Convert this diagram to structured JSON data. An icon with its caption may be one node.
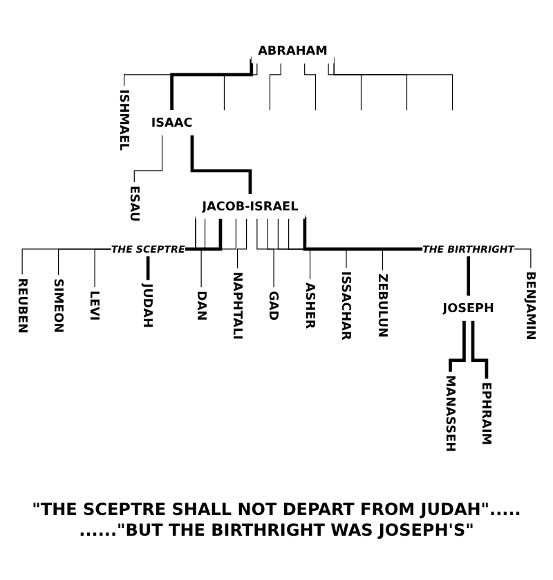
{
  "diagram": {
    "nodes": [
      {
        "text": [
          "ABRAHAM"
        ]
      },
      {
        "text": [
          "ISHMAEL"
        ]
      },
      {
        "text": [
          "ISAAC"
        ]
      },
      {
        "text": [
          "ESAU"
        ]
      },
      {
        "text": [
          "JACOB-ISRAEL"
        ]
      },
      {
        "text": [
          "REUBEN"
        ]
      },
      {
        "text": [
          "SIMEON"
        ]
      },
      {
        "text": [
          "LEVI"
        ]
      },
      {
        "text": [
          "JUDAH"
        ]
      },
      {
        "text": [
          "DAN"
        ]
      },
      {
        "text": [
          "NAPHTALI"
        ]
      },
      {
        "text": [
          "GAD"
        ]
      },
      {
        "text": [
          "ASHER"
        ]
      },
      {
        "text": [
          "ISSACHAR"
        ]
      },
      {
        "text": [
          "ZEBULUN"
        ]
      },
      {
        "text": [
          "JOSEPH"
        ]
      },
      {
        "text": [
          "MANASSEH"
        ]
      },
      {
        "text": [
          "EPHRAIM"
        ]
      },
      {
        "text": [
          "BENJAMIN"
        ]
      }
    ],
    "edges": [
      {
        "from": 0,
        "to": 1,
        "arrow": "none"
      },
      {
        "from": 0,
        "to": 2,
        "arrow": "none",
        "style": "thick"
      },
      {
        "from": 0,
        "to": null,
        "arrow": "none"
      },
      {
        "from": 0,
        "to": null,
        "arrow": "none"
      },
      {
        "from": 0,
        "to": null,
        "arrow": "none"
      },
      {
        "from": 0,
        "to": null,
        "arrow": "none"
      },
      {
        "from": 0,
        "to": null,
        "arrow": "none"
      },
      {
        "from": 0,
        "to": null,
        "arrow": "none"
      },
      {
        "from": 2,
        "to": 3,
        "arrow": "none"
      },
      {
        "from": 2,
        "to": 4,
        "arrow": "none",
        "style": "thick"
      },
      {
        "from": 4,
        "to": 5,
        "arrow": "none"
      },
      {
        "from": 4,
        "to": 6,
        "arrow": "none"
      },
      {
        "from": 4,
        "to": 7,
        "arrow": "none"
      },
      {
        "from": 4,
        "to": 8,
        "arrow": "none",
        "style": "thick",
        "label": "THE SCEPTRE"
      },
      {
        "from": 4,
        "to": 9,
        "arrow": "none"
      },
      {
        "from": 4,
        "to": 10,
        "arrow": "none"
      },
      {
        "from": 4,
        "to": 11,
        "arrow": "none"
      },
      {
        "from": 4,
        "to": 12,
        "arrow": "none"
      },
      {
        "from": 4,
        "to": 13,
        "arrow": "none"
      },
      {
        "from": 4,
        "to": 14,
        "arrow": "none"
      },
      {
        "from": 4,
        "to": 15,
        "arrow": "none",
        "style": "thick",
        "label": "THE BIRTHRIGHT"
      },
      {
        "from": 4,
        "to": 18,
        "arrow": "none"
      },
      {
        "from": 15,
        "to": 16,
        "arrow": "none",
        "style": "thick"
      },
      {
        "from": 15,
        "to": 17,
        "arrow": "none",
        "style": "thick"
      }
    ],
    "labels": [
      "\"THE SCEPTRE SHALL NOT DEPART FROM JUDAH\".....",
      "......\"BUT THE BIRTHRIGHT WAS JOSEPH'S\""
    ]
  }
}
